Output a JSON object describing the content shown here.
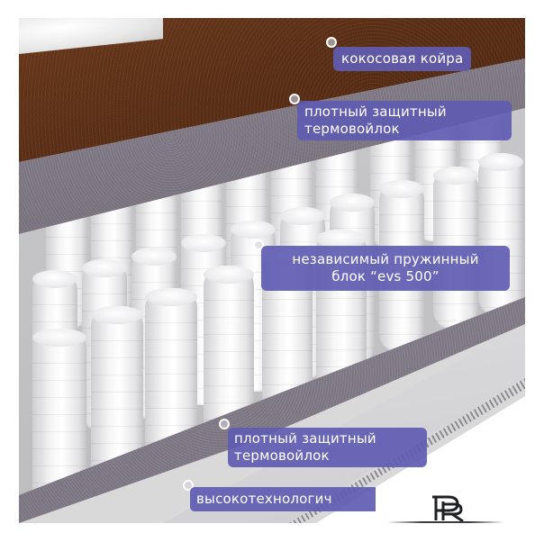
{
  "image": {
    "subject": "mattress cross-section",
    "accent_color": "#605cb2"
  },
  "labels": [
    {
      "id": "coconut-coir",
      "text": "кокосовая койра"
    },
    {
      "id": "felt-top",
      "line1": "плотный защитный",
      "line2": "термовойлок"
    },
    {
      "id": "spring-block",
      "line1": "независимый пружинный",
      "line2": "блок “evs 500”"
    },
    {
      "id": "felt-bottom",
      "line1": "плотный защитный",
      "line2": "термовойлок"
    },
    {
      "id": "hi-tech",
      "text": "высокотехнологич"
    }
  ],
  "logo": {
    "text": "PR",
    "icon": "pr-monogram-logo"
  }
}
